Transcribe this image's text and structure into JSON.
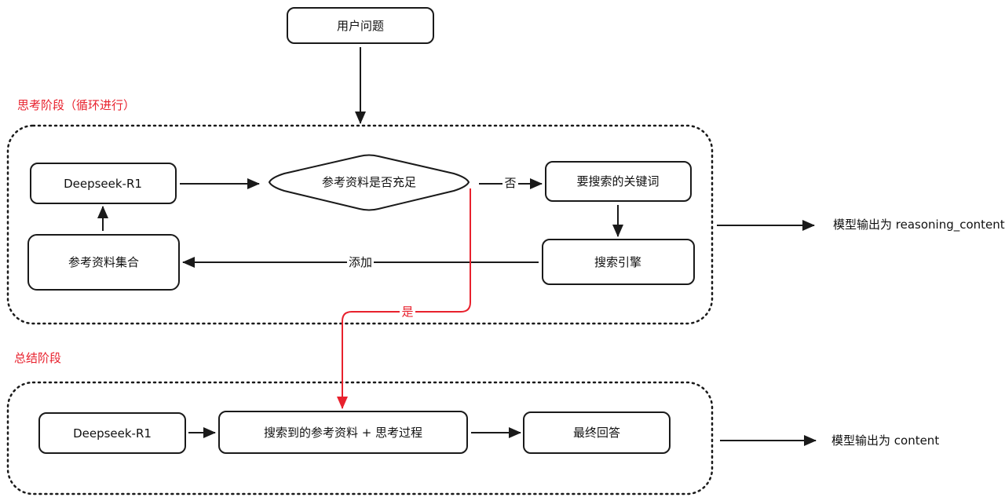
{
  "sections": {
    "thinking_title": "思考阶段（循环进行）",
    "summary_title": "总结阶段"
  },
  "nodes": {
    "user_question": "用户问题",
    "deepseek_r1_think": "Deepseek-R1",
    "sufficient_check": "参考资料是否充足",
    "search_keywords": "要搜索的关键词",
    "search_engine": "搜索引擎",
    "reference_set": "参考资料集合",
    "deepseek_r1_summary": "Deepseek-R1",
    "refs_plus_thinking": "搜索到的参考资料 + 思考过程",
    "final_answer": "最终回答"
  },
  "edges": {
    "no": "否",
    "add": "添加",
    "yes": "是"
  },
  "outputs": {
    "reasoning": "模型输出为 reasoning_content",
    "content": "模型输出为 content"
  },
  "colors": {
    "accent_red": "#e8212d",
    "stroke": "#1a1a1a"
  }
}
